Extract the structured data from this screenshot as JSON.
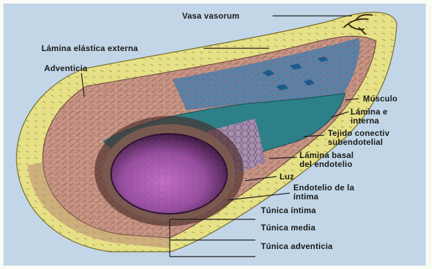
{
  "figure": {
    "background": "#c2d6e7",
    "colors": {
      "adventicia": "#e6e087",
      "media": "#c89682",
      "subendothelial": "#2d7f88",
      "endothelium": "#a78fae",
      "lumen": "#9a4fa2",
      "lumen_shadow": "#2e0f31",
      "elastic_membrane": "#2f7fb4"
    },
    "labels": {
      "vasa_vasorum": "Vasa vasorum",
      "lamina_externa": "Lámina elástica externa",
      "adventicia": "Adventicia",
      "musculo": "Músculo",
      "lamina_interna": "Lámina e\ninterna",
      "tejido": "Tejido conectiv\nsubendotelial",
      "lamina_basal": "Lámina basal\ndel endotelio",
      "luz": "Luz",
      "endotelio": "Endotelio de la\níntima",
      "tunica_intima": "Túnica íntima",
      "tunica_media": "Túnica media",
      "tunica_adventicia": "Túnica adventicia"
    }
  }
}
